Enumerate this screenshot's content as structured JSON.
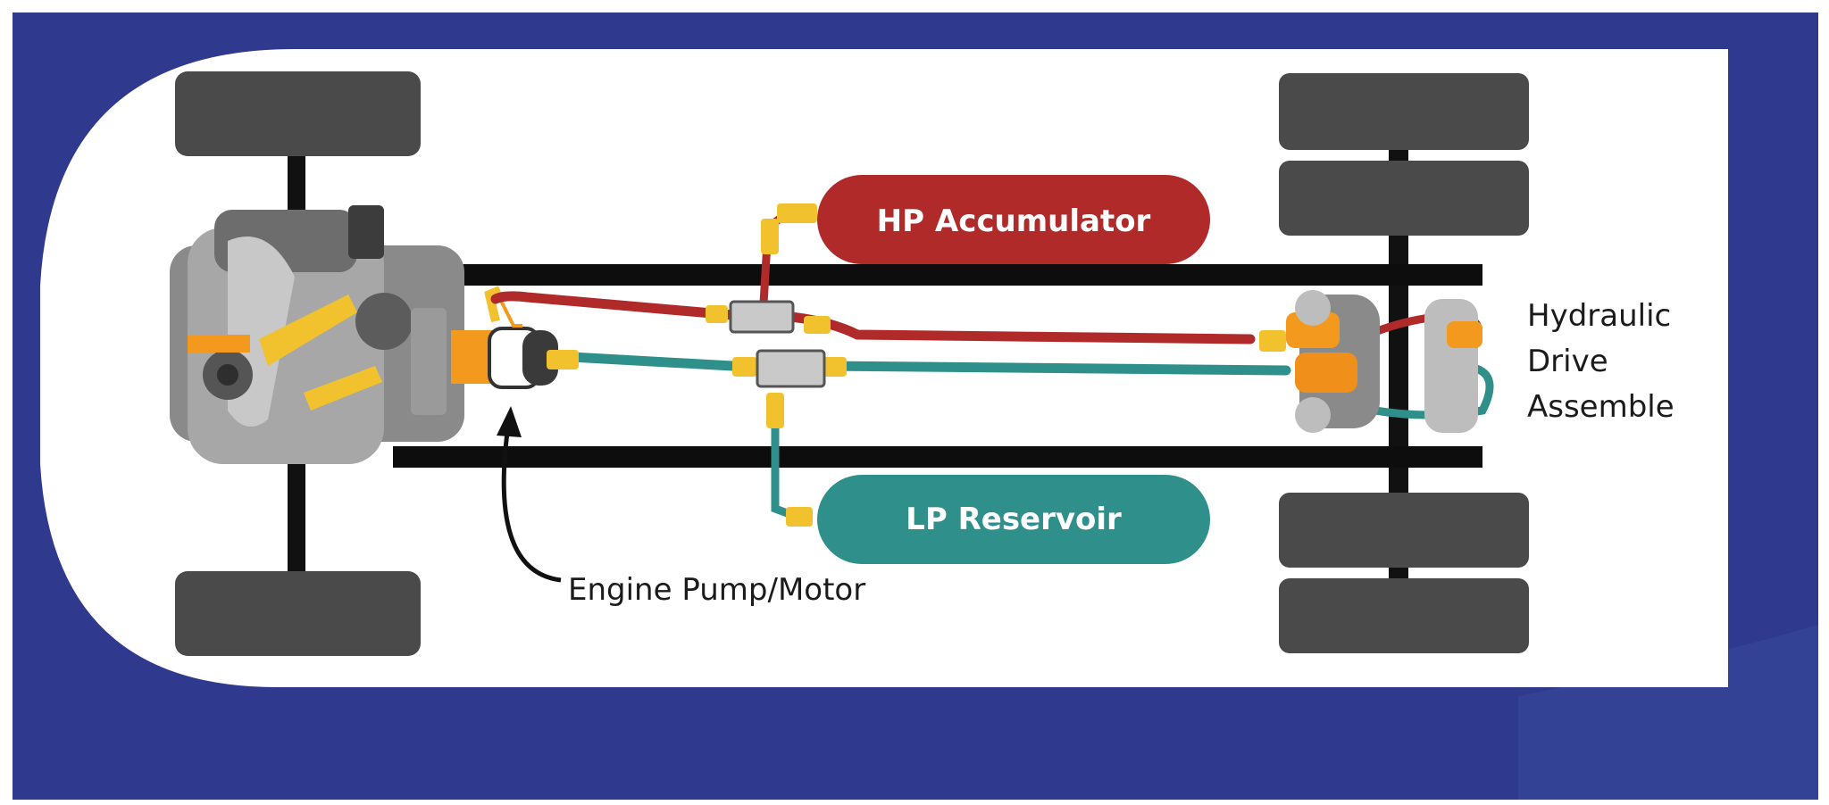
{
  "diagram": {
    "labels": {
      "hp_accumulator": "HP Accumulator",
      "lp_reservoir": "LP Reservoir",
      "hydraulic_drive_line1": "Hydraulic",
      "hydraulic_drive_line2": "Drive",
      "hydraulic_drive_line3": "Assemble",
      "engine_pump_motor": "Engine Pump/Motor"
    },
    "colors": {
      "background_blue": "#2f3a8f",
      "panel": "#ffffff",
      "frame_rail": "#0d0d0d",
      "tire": "#4a4a4a",
      "hp_line": "#b02a2a",
      "lp_line": "#2f8f8a",
      "fitting": "#f2c12e",
      "pump": "#f39a1e"
    }
  }
}
